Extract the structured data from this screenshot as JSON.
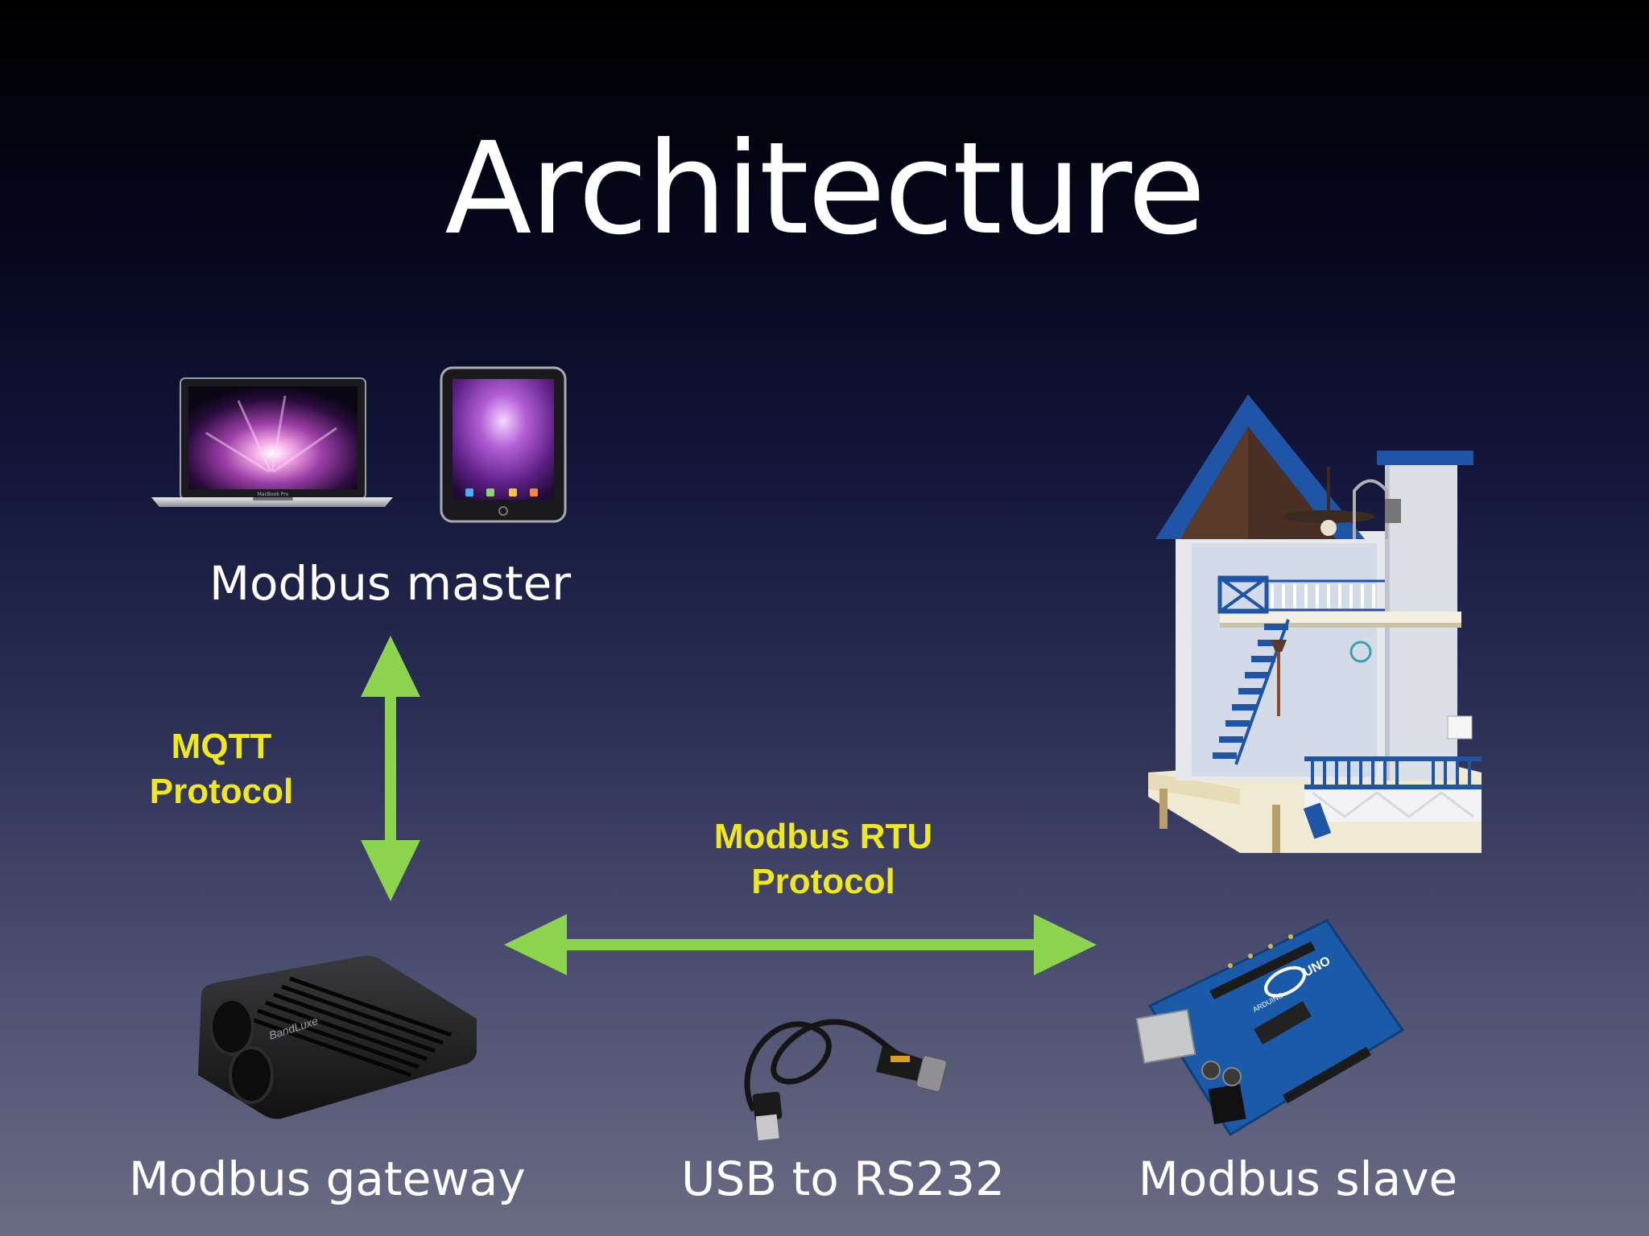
{
  "slide": {
    "title": "Architecture"
  },
  "labels": {
    "master": "Modbus master",
    "gateway": "Modbus gateway",
    "usb": "USB to RS232",
    "slave": "Modbus slave"
  },
  "protocols": {
    "mqtt": {
      "line1": "MQTT",
      "line2": "Protocol"
    },
    "rtu": {
      "line1": "Modbus RTU",
      "line2": "Protocol"
    }
  },
  "device_text": {
    "laptop_caption": "MacBook Pro",
    "router_brand": "BandLuxe",
    "board_brand": "UNO",
    "board_maker": "ARDUINO"
  },
  "colors": {
    "arrow": "#8cd44e",
    "protocol_text": "#f0e81e",
    "label_text": "#ffffff"
  }
}
